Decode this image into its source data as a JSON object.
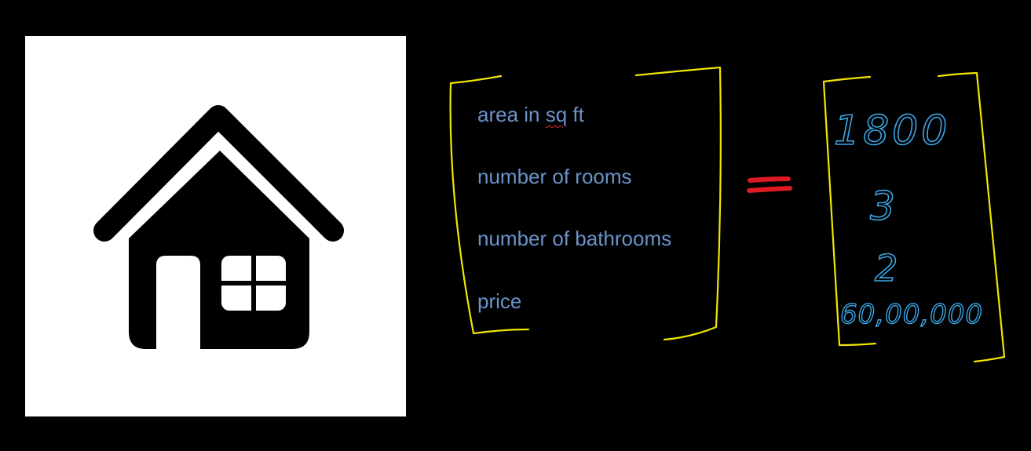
{
  "features": {
    "area_prefix": "area in ",
    "area_sq": "sq",
    "area_suffix": " ft",
    "rooms": "number of rooms",
    "bathrooms": "number of bathrooms",
    "price": "price"
  },
  "equals_sign": "=",
  "values": {
    "area": "1800",
    "rooms": "3",
    "bathrooms": "2",
    "price": "60,00,000"
  },
  "colors": {
    "background": "#000000",
    "panel": "#ffffff",
    "feature_text": "#6a93c9",
    "bracket": "#f2e600",
    "equals": "#e01a22",
    "value_ink": "#3aa6e6"
  },
  "icons": {
    "house": "house-icon"
  }
}
